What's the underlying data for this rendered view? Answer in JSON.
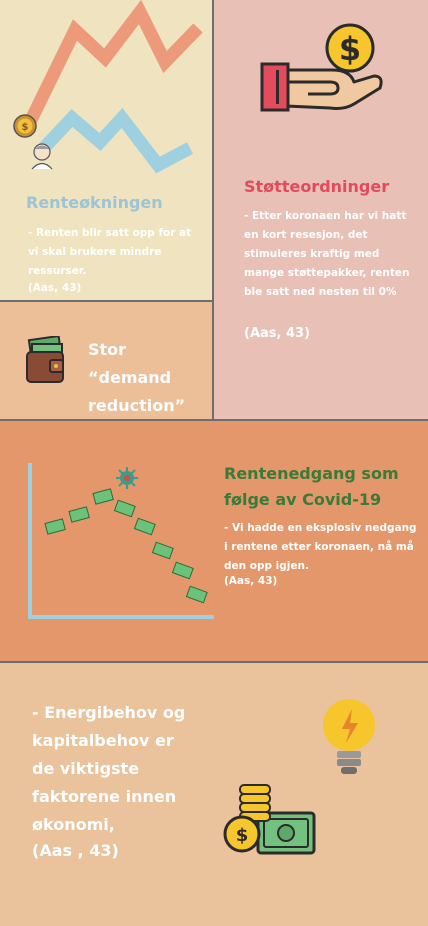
{
  "panel1": {
    "title": "Renteøkningen",
    "body": "- Renten blir satt opp for at vi skal brukere mindre ressurser.",
    "source": "(Aas, 43)"
  },
  "panel2": {
    "title": "Støtteordninger",
    "body": "- Etter koronaen har vi hatt en kort resesjon, det stimuleres kraftig med mange støttepakker, renten ble satt ned nesten til 0%",
    "source": "(Aas, 43)",
    "coin_symbol": "$"
  },
  "panel3": {
    "text": "Stor “demand reduction”"
  },
  "panel4": {
    "title": "Rentenedgang som følge av Covid-19",
    "body": "- Vi hadde en eksplosiv nedgang i rentene etter koronaen, nå må den opp igjen.",
    "source": "(Aas, 43)"
  },
  "panel5": {
    "body": "- Energibehov og kapitalbehov er de viktigste faktorene innen økonomi,",
    "source": "(Aas , 43)",
    "coin_symbol": "$"
  },
  "colors": {
    "title_blue": "#9cc4d6",
    "title_red": "#e24b5c",
    "title_green": "#3a7a3a",
    "white_text": "#ffffff",
    "line_orange": "#ec9a7a",
    "line_blue": "#9fd0e0"
  },
  "icons": [
    "line-chart-icon",
    "coin-icon",
    "person-icon",
    "hand-coin-icon",
    "wallet-icon",
    "virus-icon",
    "money-icon",
    "lightbulb-icon",
    "coins-stack-icon"
  ]
}
